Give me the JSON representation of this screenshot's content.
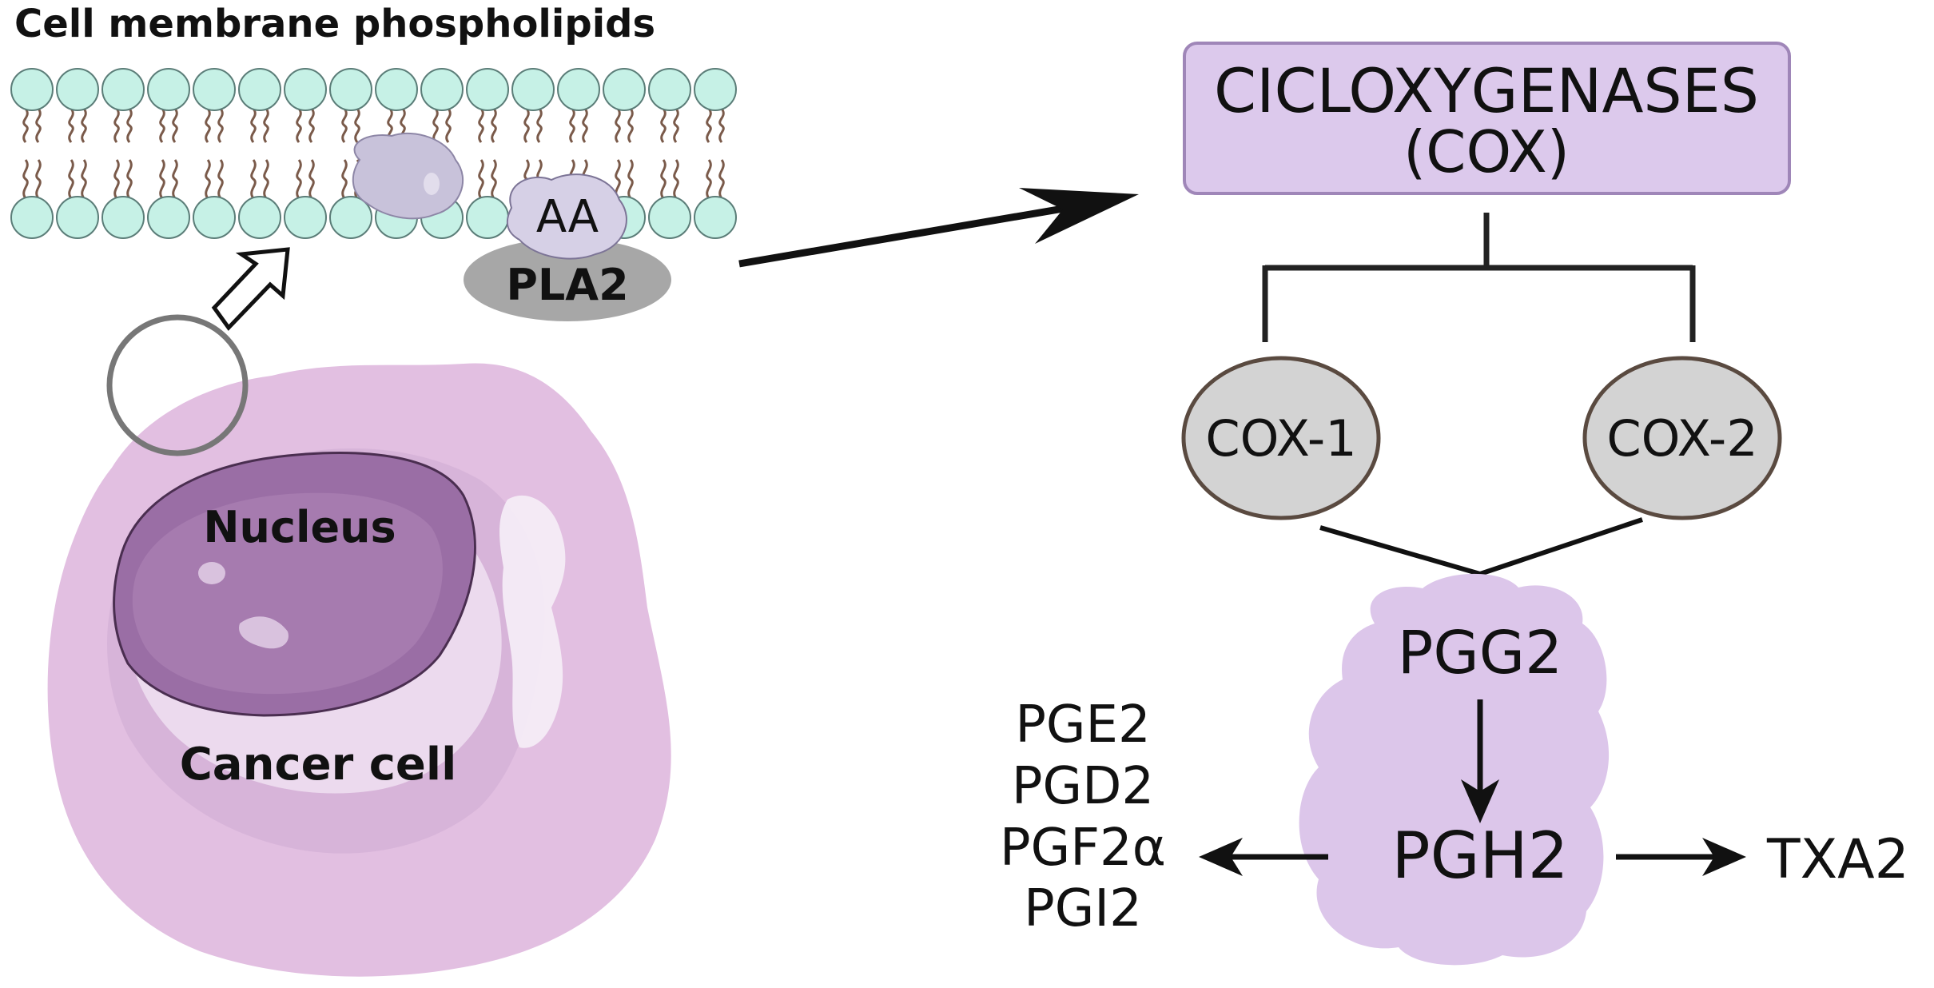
{
  "membrane": {
    "title": "Cell membrane phospholipids"
  },
  "enzymes": {
    "aa": "AA",
    "pla2": "PLA2"
  },
  "cell": {
    "nucleus": "Nucleus",
    "cancer_cell": "Cancer cell"
  },
  "cox": {
    "title_line1": "CICLOXYGENASES",
    "title_line2": "(COX)",
    "isoform1": "COX-1",
    "isoform2": "COX-2"
  },
  "products": {
    "pgg2": "PGG2",
    "pgh2": "PGH2",
    "txa2": "TXA2",
    "prostanoids": [
      "PGE2",
      "PGD2",
      "PGF2α",
      "PGI2"
    ]
  },
  "colors": {
    "lipid_head": "#c6f1e6",
    "lipid_tail": "#7a5a4a",
    "cox_box": "#dcc9ec",
    "cox_box_border": "#9f86b8",
    "isoform_fill": "#d3d3d3",
    "isoform_border": "#5a4a40",
    "pg_cloud": "#dcc6ea",
    "cell_outer": "#e2bfe1",
    "nucleus": "#9a6ea5",
    "pla2": "#a7a7a7",
    "aa": "#d6d0e6"
  }
}
